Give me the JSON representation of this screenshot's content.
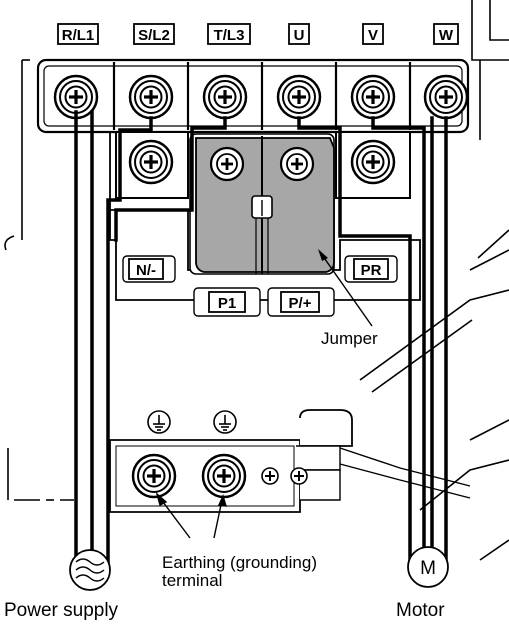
{
  "terminals_top": [
    "R/L1",
    "S/L2",
    "T/L3",
    "U",
    "V",
    "W"
  ],
  "terminals_mid": [
    "N/-",
    "PR"
  ],
  "terminals_bottom": [
    "P1",
    "P/+"
  ],
  "callouts": {
    "jumper": "Jumper",
    "earthing_line1": "Earthing (grounding)",
    "earthing_line2": "terminal"
  },
  "captions": {
    "power_supply": "Power supply",
    "motor": "Motor",
    "motor_symbol": "M"
  },
  "icons": [
    "screw-icon",
    "ground-icon",
    "ac-wave-icon",
    "motor-icon"
  ]
}
